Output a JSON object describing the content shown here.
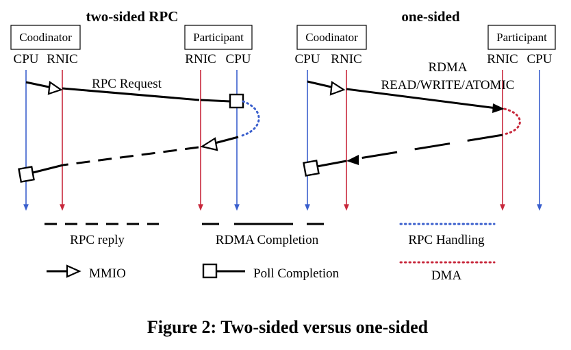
{
  "diagram": {
    "left_title": "two-sided RPC",
    "right_title": "one-sided",
    "left_coordinator": "Coodinator",
    "left_participant": "Participant",
    "right_coordinator": "Coodinator",
    "right_participant": "Participant",
    "lane_cpu": "CPU",
    "lane_rnic": "RNIC",
    "rpc_request": "RPC Request",
    "rdma_line1": "RDMA",
    "rdma_line2": "READ/WRITE/ATOMIC"
  },
  "legend": {
    "rpc_reply": "RPC  reply",
    "rdma_completion": "RDMA Completion",
    "rpc_handling": "RPC Handling",
    "mmio": "MMIO",
    "poll_completion": "Poll Completion",
    "dma": "DMA"
  },
  "caption": "Figure 2: Two-sided versus one-sided",
  "colors": {
    "cpu_line": "#3a5fcd",
    "rnic_line": "#c8283c",
    "rpc_handling_dots": "#3a5fcd",
    "dma_dots": "#c8283c"
  }
}
